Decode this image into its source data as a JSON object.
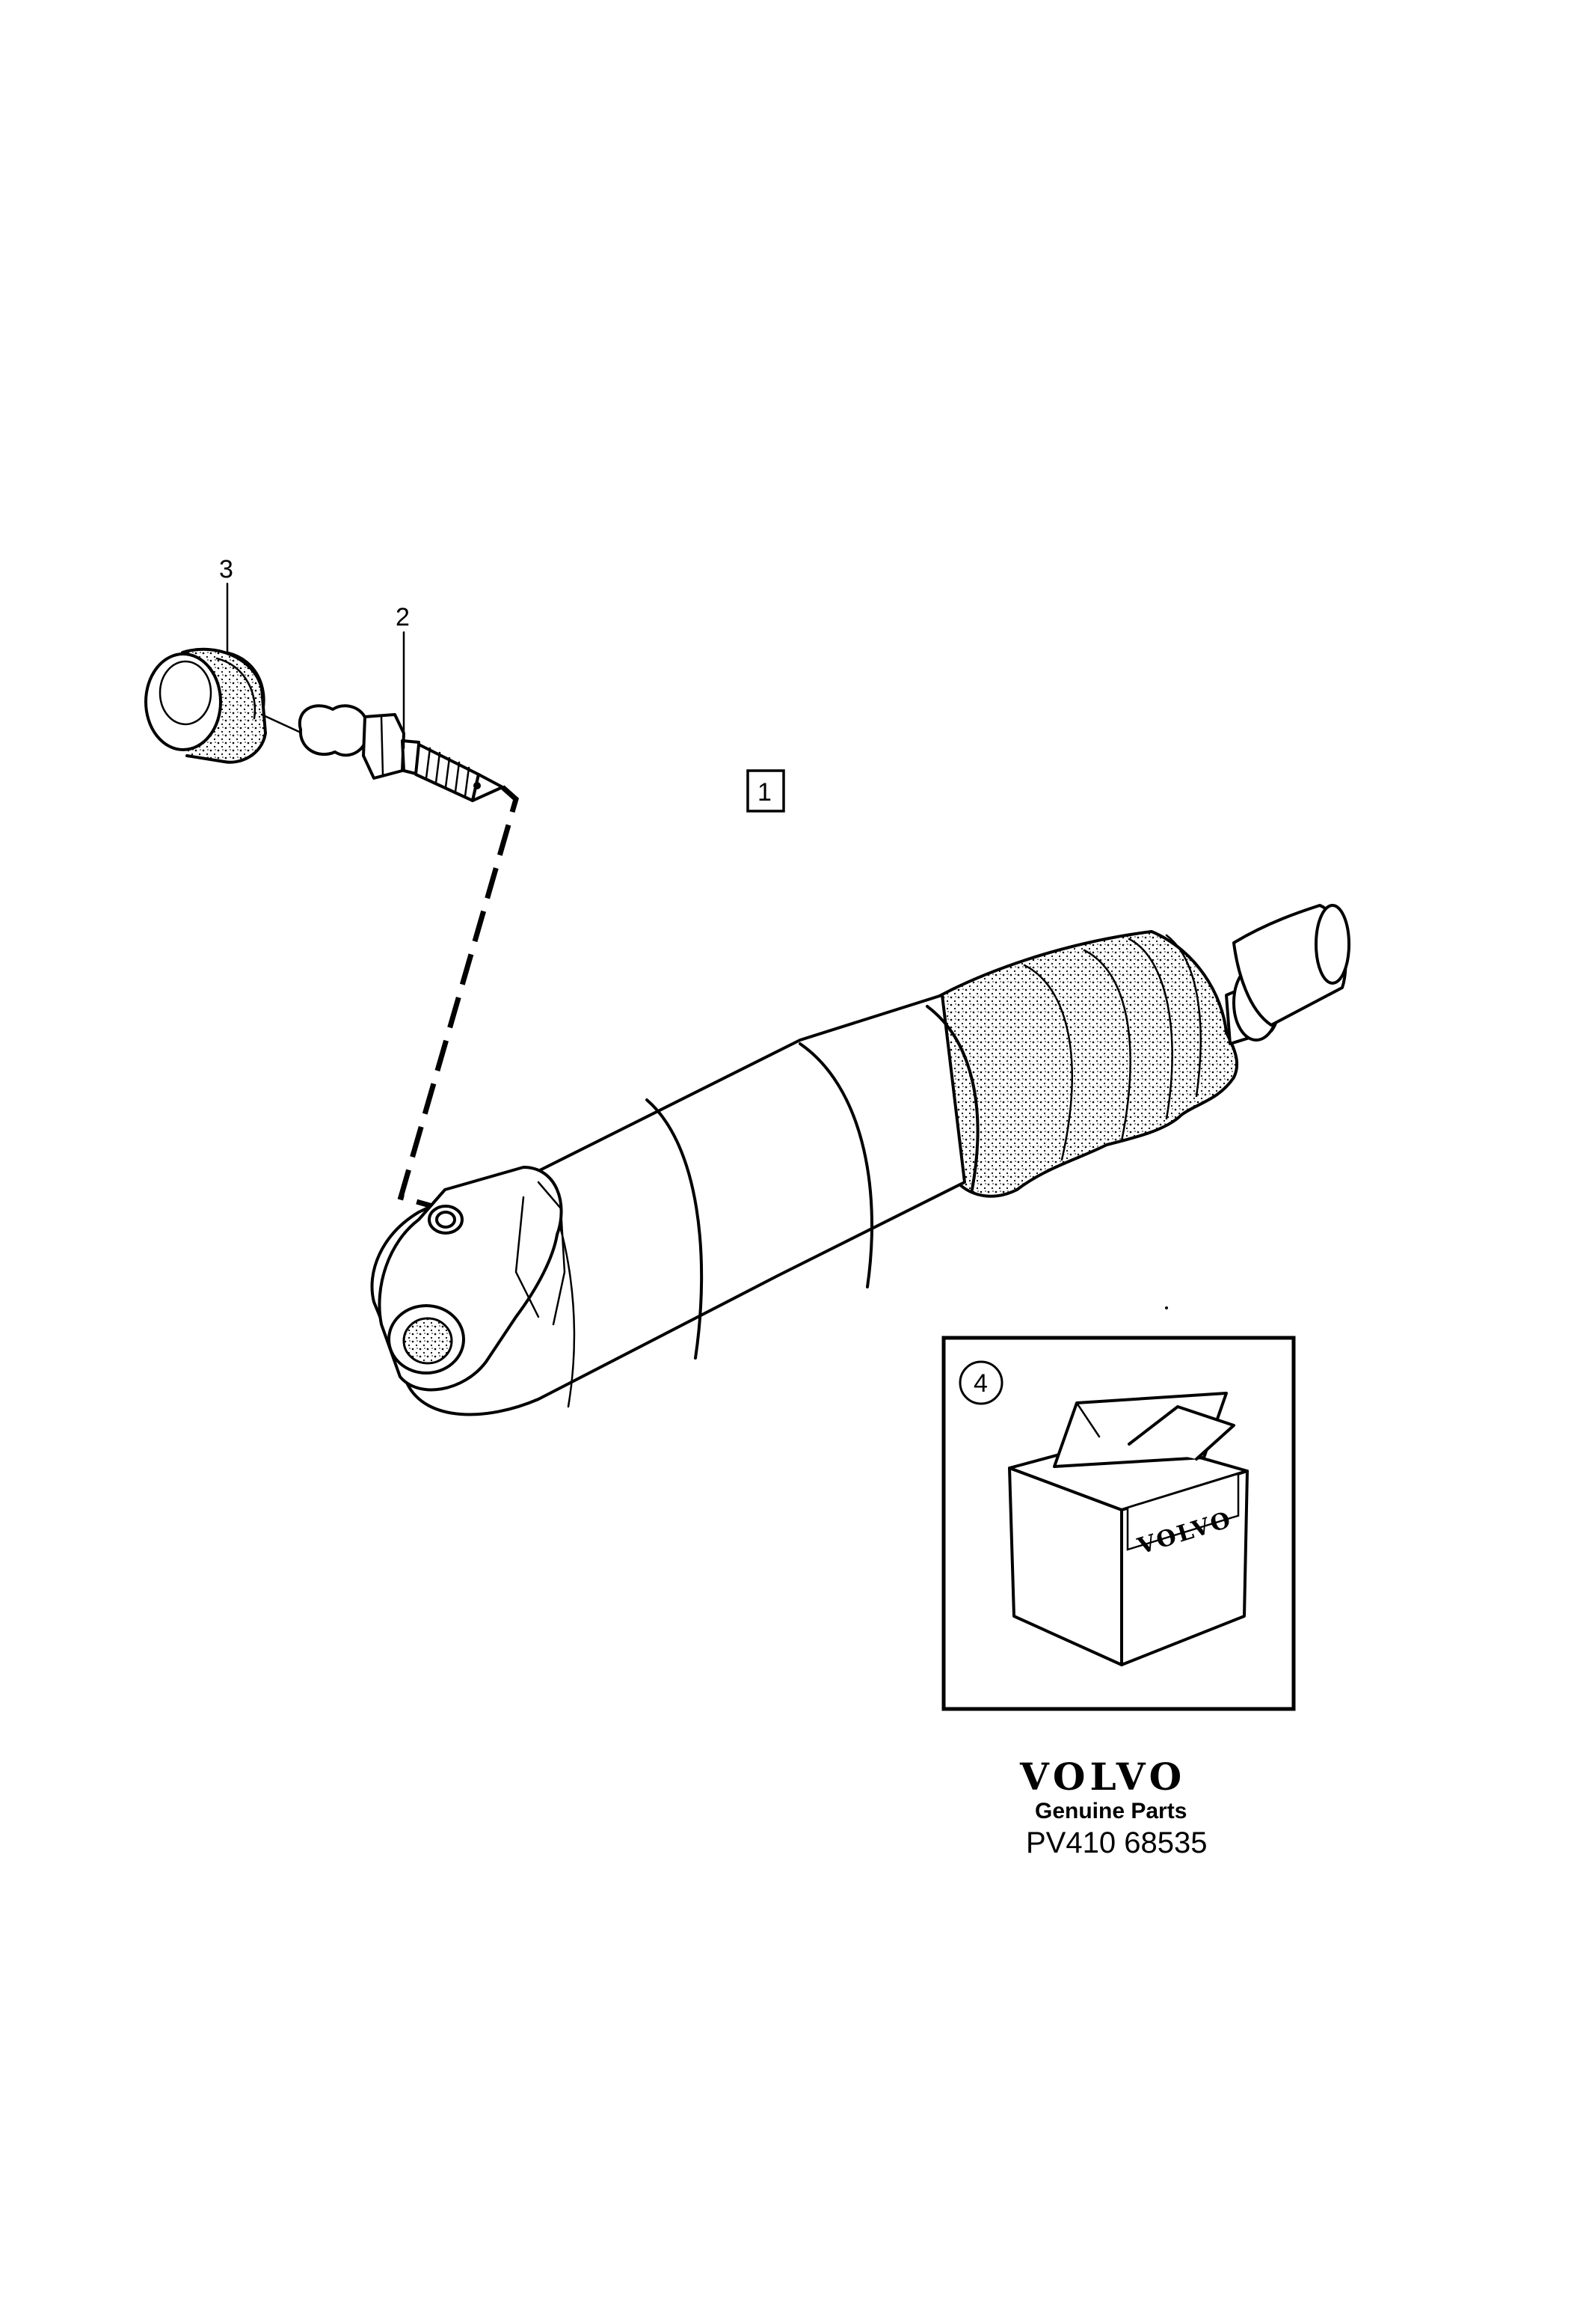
{
  "callouts": {
    "item_1": "1",
    "item_2": "2",
    "item_3": "3",
    "item_4": "4"
  },
  "kit_box": {
    "box_label": "VOLVO"
  },
  "footer": {
    "brand": "VOLVO",
    "tagline": "Genuine Parts",
    "part_number": "PV410 68535"
  },
  "colors": {
    "ink": "#000000",
    "paper": "#ffffff"
  }
}
